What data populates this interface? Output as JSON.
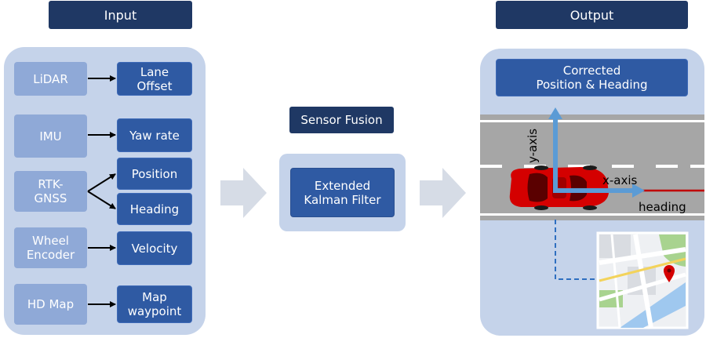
{
  "headers": {
    "input": "Input",
    "output": "Output",
    "fusion": "Sensor Fusion"
  },
  "inputs": [
    {
      "source": "LiDAR",
      "outputs": [
        "Lane\nOffset"
      ]
    },
    {
      "source": "IMU",
      "outputs": [
        "Yaw rate"
      ]
    },
    {
      "source": "RTK-\nGNSS",
      "outputs": [
        "Position",
        "Heading"
      ]
    },
    {
      "source": "Wheel\nEncoder",
      "outputs": [
        "Velocity"
      ]
    },
    {
      "source": "HD Map",
      "outputs": [
        "Map\nwaypoint"
      ]
    }
  ],
  "fusion": {
    "filter": "Extended\nKalman Filter"
  },
  "output": {
    "title": "Corrected\nPosition & Heading",
    "y_axis_label": "y-axis",
    "x_axis_label": "x-axis",
    "heading_label": "heading"
  },
  "colors": {
    "header_bg": "#1f3864",
    "panel_bg": "#c5d3ea",
    "source_box": "#8fa9d7",
    "output_box": "#2f5aa3",
    "axis_arrow": "#5b9bd5",
    "heading_line": "#c00000",
    "car": "#d40000",
    "road": "#a6a6a6"
  }
}
